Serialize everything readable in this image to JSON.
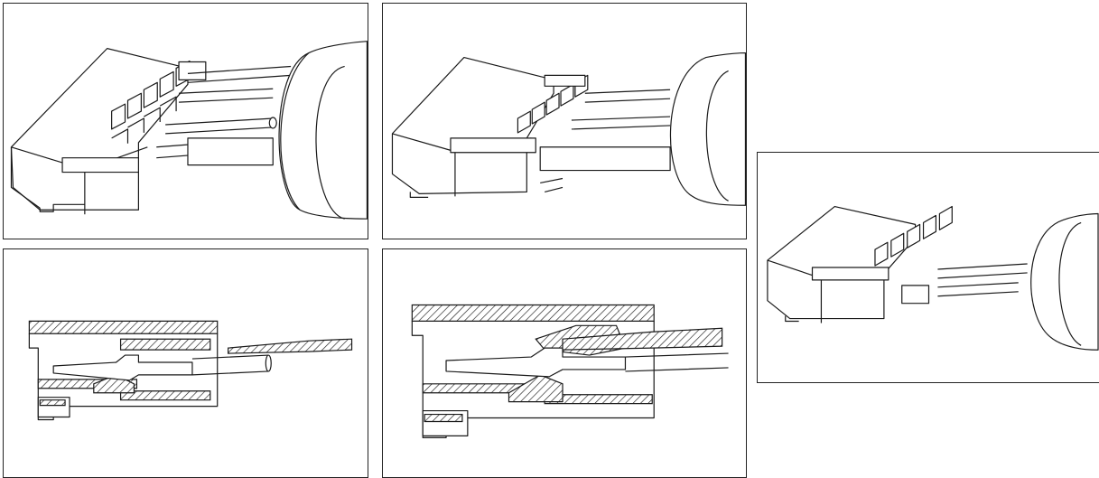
{
  "figure": {
    "panels": [
      {
        "id": "p1",
        "view": "isometric",
        "stage": "wires-staged"
      },
      {
        "id": "p2",
        "view": "isometric",
        "stage": "wires-inserted"
      },
      {
        "id": "p3",
        "view": "cross-section",
        "stage": "partial-insertion"
      },
      {
        "id": "p4",
        "view": "cross-section",
        "stage": "full-insertion"
      },
      {
        "id": "p5",
        "view": "isometric",
        "stage": "terminated"
      }
    ],
    "colors": {
      "line": "#1a1a1a",
      "background": "#ffffff"
    }
  }
}
